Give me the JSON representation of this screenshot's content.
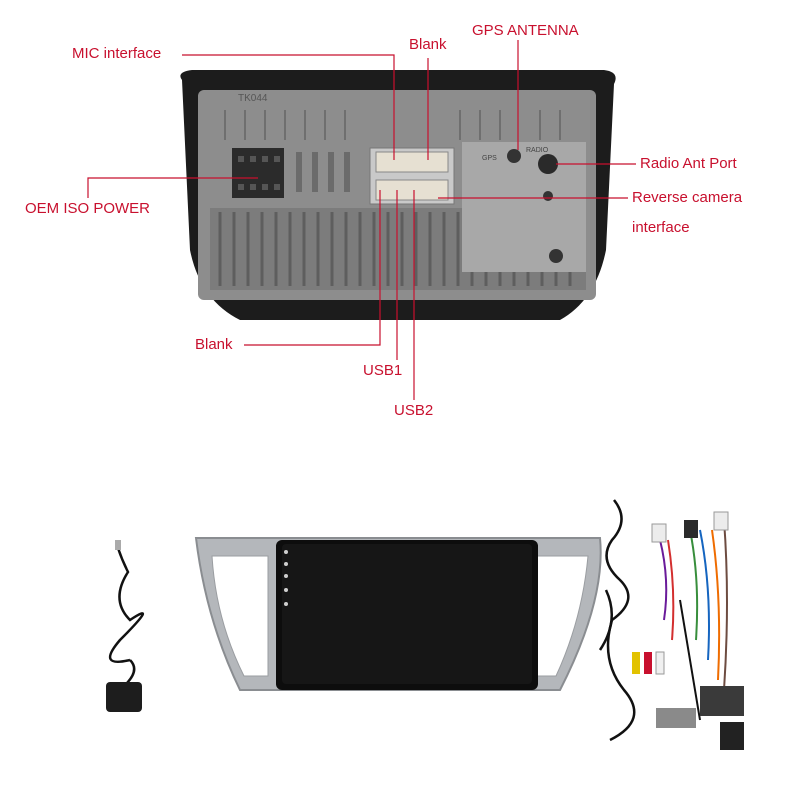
{
  "labels": {
    "mic_interface": "MIC interface",
    "blank_top": "Blank",
    "gps_antenna": "GPS ANTENNA",
    "radio_ant_port": "Radio Ant Port",
    "oem_iso_power": "OEM ISO POWER",
    "reverse_camera_line1": "Reverse camera",
    "reverse_camera_line2": "interface",
    "blank_bottom": "Blank",
    "usb1": "USB1",
    "usb2": "USB2"
  },
  "unit_markings": {
    "model": "TK044",
    "gps": "GPS",
    "radio": "RADIO"
  },
  "colors": {
    "label": "#c8102e",
    "leader": "#c8102e",
    "bezel": "#1c1c1c",
    "chassis": "#9a9a9a",
    "screen": "#0d0d0d",
    "frame_silver": "#b4b7bb"
  }
}
